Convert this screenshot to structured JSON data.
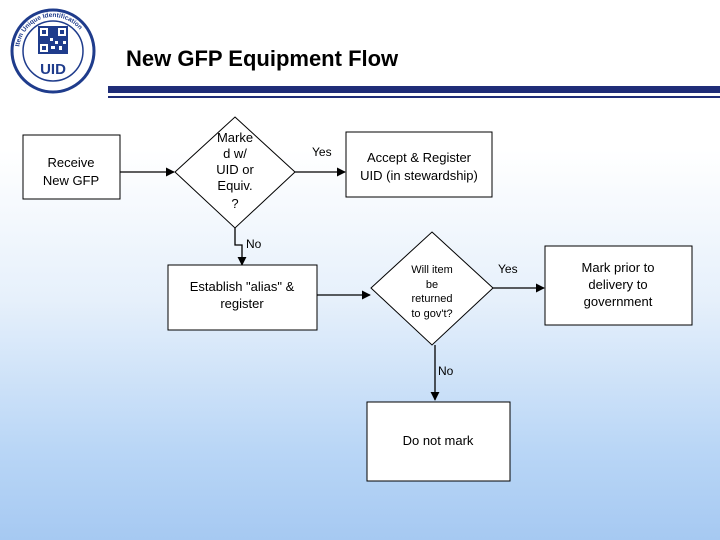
{
  "header": {
    "title": "New GFP Equipment Flow",
    "logo_text": "UID",
    "logo_ring_text": "Item Unique Identification"
  },
  "colors": {
    "rule": "#1f2d78",
    "logo_blue": "#1f3c8c",
    "node_fill": "#ffffff",
    "edge": "#000000"
  },
  "nodes": [
    {
      "id": "receive",
      "shape": "rect",
      "label_lines": [
        "Receive",
        "New GFP"
      ]
    },
    {
      "id": "marked",
      "shape": "diamond",
      "label_lines": [
        "Marke",
        "d w/",
        "UID or",
        "Equiv.",
        "?"
      ]
    },
    {
      "id": "accept",
      "shape": "rect",
      "label_lines": [
        "Accept & Register",
        "UID (in stewardship)"
      ]
    },
    {
      "id": "alias",
      "shape": "rect",
      "label_lines": [
        "Establish \"alias\" &",
        "register"
      ]
    },
    {
      "id": "returned",
      "shape": "diamond",
      "label_lines": [
        "Will item",
        "be",
        "returned",
        "to gov't?"
      ]
    },
    {
      "id": "mark_prior",
      "shape": "rect",
      "label_lines": [
        "Mark prior to",
        "delivery to",
        "government"
      ]
    },
    {
      "id": "do_not_mark",
      "shape": "rect",
      "label_lines": [
        "Do not mark"
      ]
    }
  ],
  "edges": [
    {
      "from": "receive",
      "to": "marked",
      "label": ""
    },
    {
      "from": "marked",
      "to": "accept",
      "label": "Yes"
    },
    {
      "from": "marked",
      "to": "alias",
      "label": "No"
    },
    {
      "from": "alias",
      "to": "returned",
      "label": ""
    },
    {
      "from": "returned",
      "to": "mark_prior",
      "label": "Yes"
    },
    {
      "from": "returned",
      "to": "do_not_mark",
      "label": "No"
    }
  ]
}
